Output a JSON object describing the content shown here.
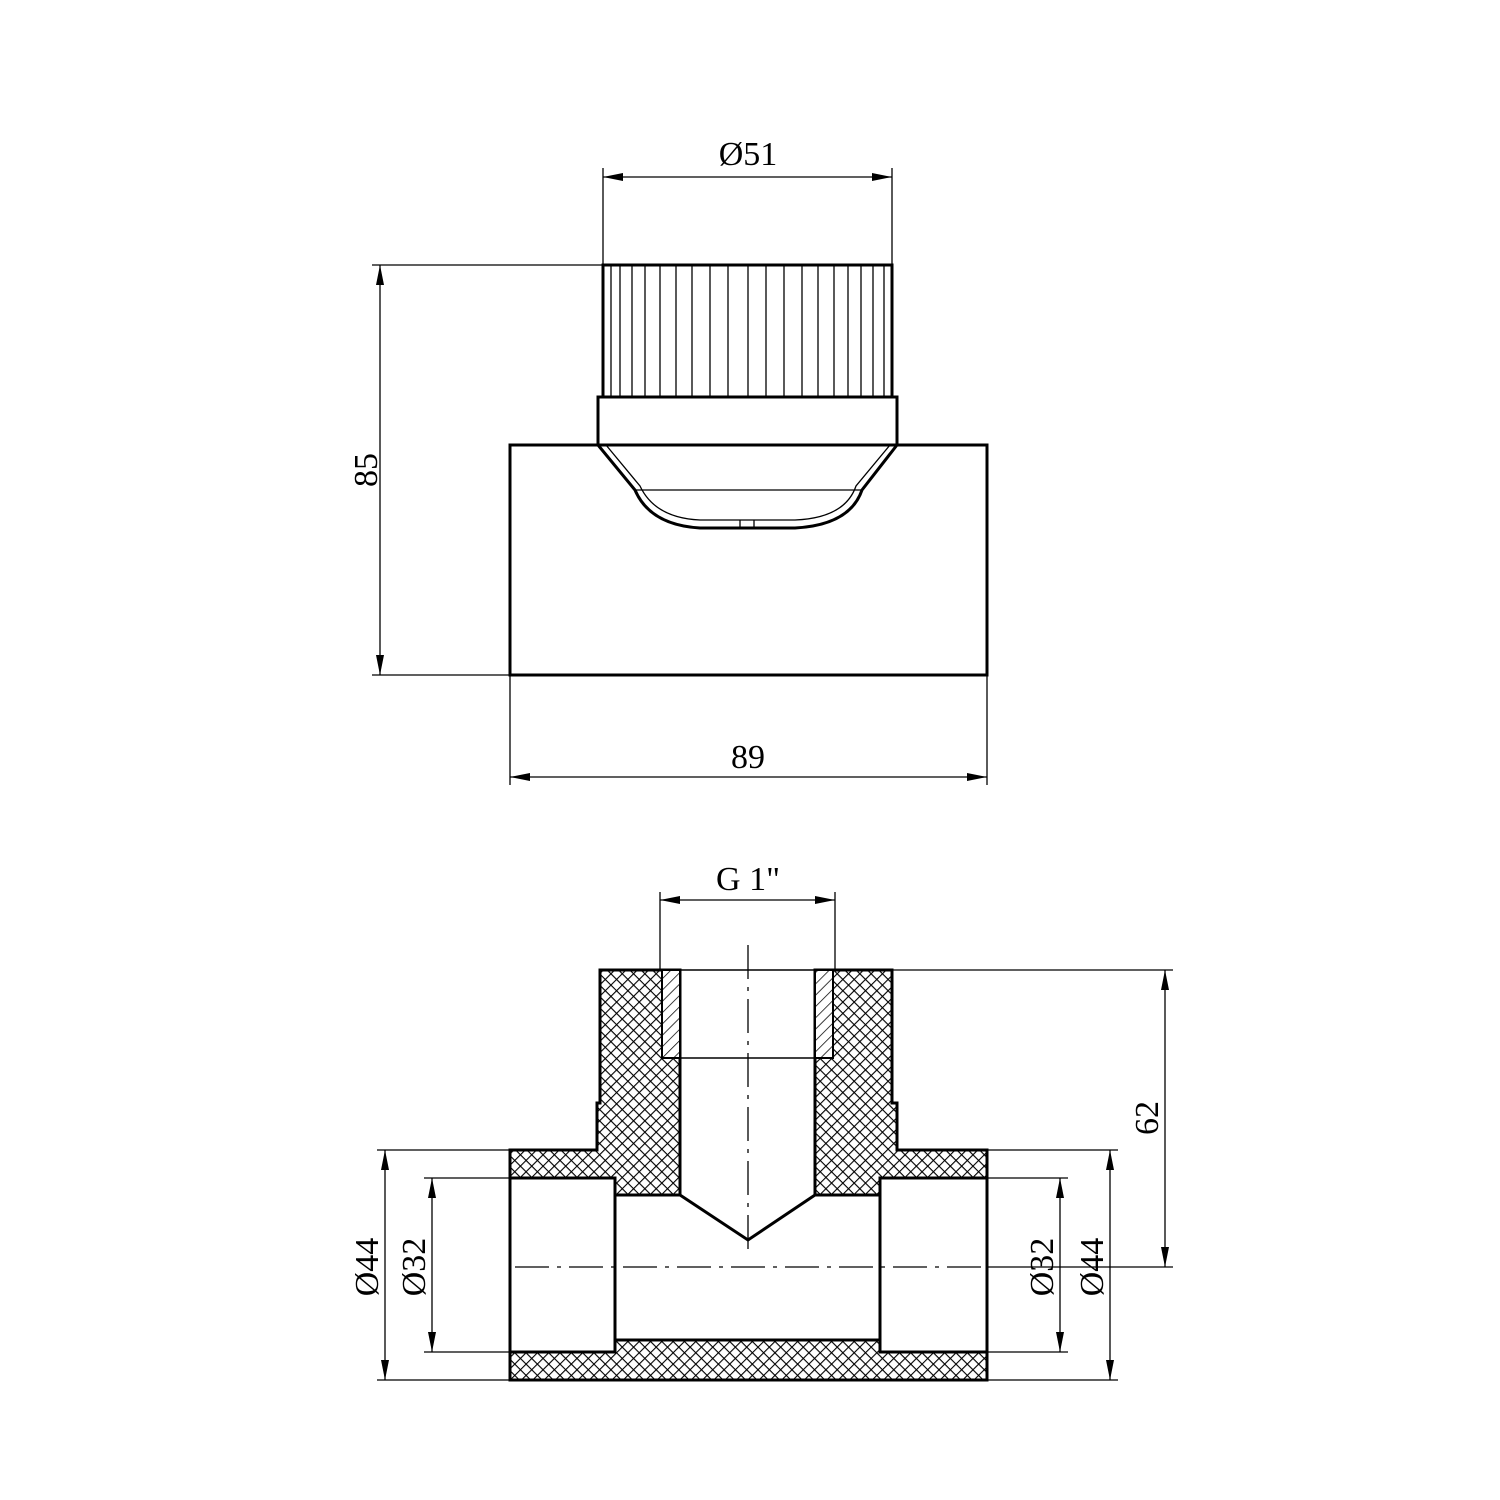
{
  "top_view": {
    "dim_cap_diameter": "Ø51",
    "dim_height": "85",
    "dim_length": "89"
  },
  "section_view": {
    "dim_thread": "G 1\"",
    "dim_branch_height": "62",
    "dim_left_outer": "Ø44",
    "dim_left_inner": "Ø32",
    "dim_right_inner": "Ø32",
    "dim_right_outer": "Ø44"
  }
}
